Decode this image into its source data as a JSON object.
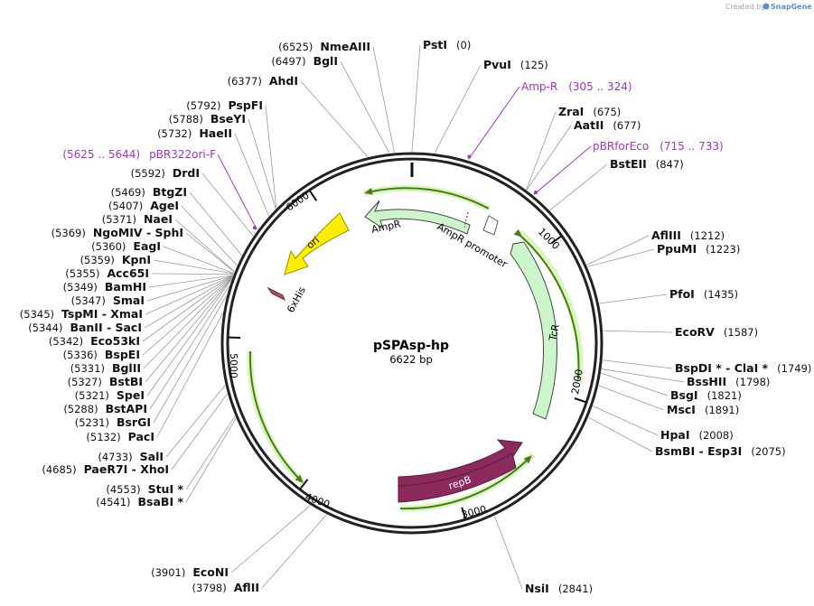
{
  "credit": {
    "prefix": "Created by",
    "brand": "SnapGene"
  },
  "plasmid": {
    "name": "pSPAsp-hp",
    "size_label": "6622 bp",
    "length_bp": 6622
  },
  "ring_ticks": [
    "1000",
    "2000",
    "3000",
    "4000",
    "5000",
    "6000"
  ],
  "sites": [
    {
      "name": "PstI",
      "pos": "(0)"
    },
    {
      "name": "PvuI",
      "pos": "(125)"
    },
    {
      "name": "ZraI",
      "pos": "(675)"
    },
    {
      "name": "AatII",
      "pos": "(677)"
    },
    {
      "name": "BstEII",
      "pos": "(847)"
    },
    {
      "name": "AflIII",
      "pos": "(1212)"
    },
    {
      "name": "PpuMI",
      "pos": "(1223)"
    },
    {
      "name": "PfoI",
      "pos": "(1435)"
    },
    {
      "name": "EcoRV",
      "pos": "(1587)"
    },
    {
      "name": "BspDI * - ClaI *",
      "pos": "(1749)"
    },
    {
      "name": "BssHII",
      "pos": "(1798)"
    },
    {
      "name": "BsgI",
      "pos": "(1821)"
    },
    {
      "name": "MscI",
      "pos": "(1891)"
    },
    {
      "name": "HpaI",
      "pos": "(2008)"
    },
    {
      "name": "BsmBI - Esp3I",
      "pos": "(2075)"
    },
    {
      "name": "NsiI",
      "pos": "(2841)"
    },
    {
      "name": "AflII",
      "pos": "(3798)"
    },
    {
      "name": "EcoNI",
      "pos": "(3901)"
    },
    {
      "name": "BsaBI *",
      "pos": "(4541)"
    },
    {
      "name": "StuI *",
      "pos": "(4553)"
    },
    {
      "name": "PaeR7I - XhoI",
      "pos": "(4685)"
    },
    {
      "name": "SalI",
      "pos": "(4733)"
    },
    {
      "name": "PacI",
      "pos": "(5132)"
    },
    {
      "name": "BsrGI",
      "pos": "(5231)"
    },
    {
      "name": "BstAPI",
      "pos": "(5288)"
    },
    {
      "name": "SpeI",
      "pos": "(5321)"
    },
    {
      "name": "BstBI",
      "pos": "(5327)"
    },
    {
      "name": "BglII",
      "pos": "(5331)"
    },
    {
      "name": "BspEI",
      "pos": "(5336)"
    },
    {
      "name": "Eco53kI",
      "pos": "(5342)"
    },
    {
      "name": "BanII - SacI",
      "pos": "(5344)"
    },
    {
      "name": "TspMI - XmaI",
      "pos": "(5345)"
    },
    {
      "name": "SmaI",
      "pos": "(5347)"
    },
    {
      "name": "BamHI",
      "pos": "(5349)"
    },
    {
      "name": "Acc65I",
      "pos": "(5355)"
    },
    {
      "name": "KpnI",
      "pos": "(5359)"
    },
    {
      "name": "EagI",
      "pos": "(5360)"
    },
    {
      "name": "NgoMIV - SphI",
      "pos": "(5369)"
    },
    {
      "name": "NaeI",
      "pos": "(5371)"
    },
    {
      "name": "AgeI",
      "pos": "(5407)"
    },
    {
      "name": "BtgZI",
      "pos": "(5469)"
    },
    {
      "name": "DrdI",
      "pos": "(5592)"
    },
    {
      "name": "HaeII",
      "pos": "(5732)"
    },
    {
      "name": "BseYI",
      "pos": "(5788)"
    },
    {
      "name": "PspFI",
      "pos": "(5792)"
    },
    {
      "name": "AhdI",
      "pos": "(6377)"
    },
    {
      "name": "BglI",
      "pos": "(6497)"
    },
    {
      "name": "NmeAIII",
      "pos": "(6525)"
    }
  ],
  "primers": [
    {
      "name": "Amp-R",
      "range": "(305 .. 324)"
    },
    {
      "name": "pBRforEco",
      "range": "(715 .. 733)"
    },
    {
      "name": "pBR322ori-F",
      "range": "(5625 .. 5644)"
    }
  ],
  "features": [
    {
      "name": "AmpR",
      "color": "#ccf5cc"
    },
    {
      "name": "AmpR promoter",
      "color": "#ffffff"
    },
    {
      "name": "TcR",
      "color": "#ccf5cc"
    },
    {
      "name": "repB",
      "color": "#8c2a5e"
    },
    {
      "name": "ori",
      "color": "#ffee00"
    },
    {
      "name": "6xHis",
      "color": "#b0505f"
    }
  ],
  "colors": {
    "primer": "#a332c9",
    "orf": "#7ab81e",
    "backbone": "#222222"
  }
}
